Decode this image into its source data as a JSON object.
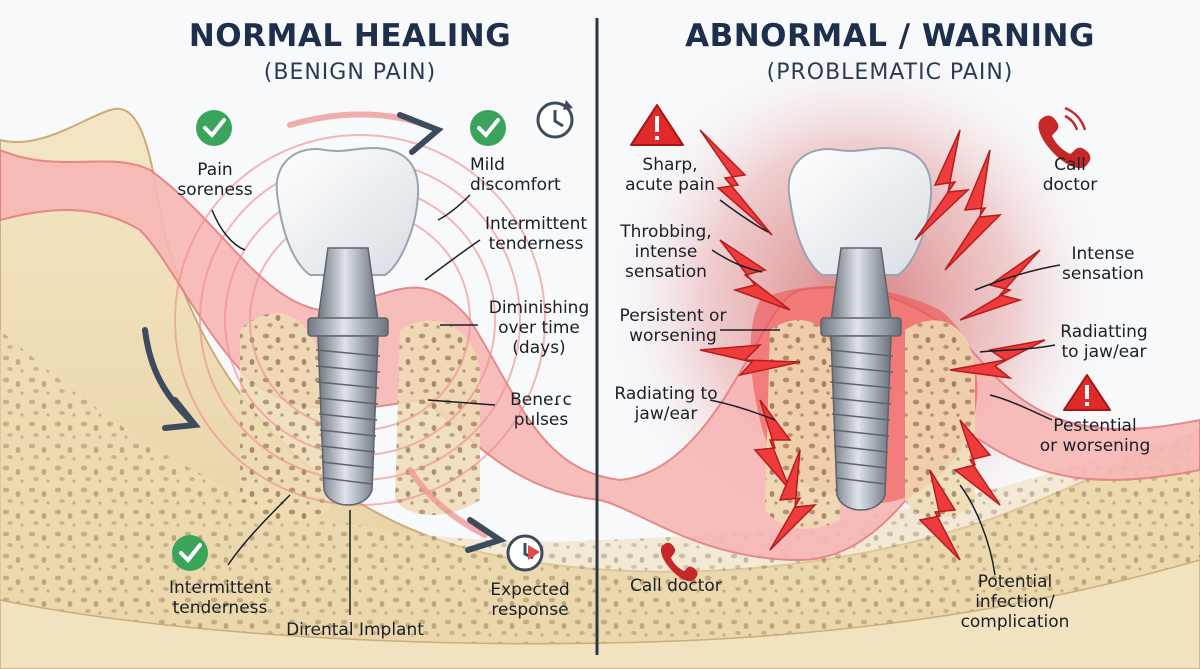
{
  "left_panel": {
    "title": "NORMAL HEALING",
    "subtitle": "(BENIGN PAIN)",
    "labels": {
      "pain_soreness": "Pain\nsoreness",
      "mild_discomfort": "Mild\ndiscomfort",
      "intermittent_tenderness_top": "Intermittent\ntenderness",
      "diminishing": "Diminishing\nover time\n(days)",
      "benign_pulses": "Beneɾc\npulses",
      "intermittent_tenderness_bottom": "Intermittent\ntenderness",
      "implant": "Dirental Implant",
      "expected_response": "Expected\nresponse"
    }
  },
  "right_panel": {
    "title": "ABNORMAL / WARNING",
    "subtitle": "(PROBLEMATIC PAIN)",
    "labels": {
      "sharp_pain": "Sharp,\nacute pain",
      "throbbing": "Throbbing,\nintense\nsensation",
      "persistent": "Persistent or\nworsening",
      "radiating_left": "Radiating to\njaw/ear",
      "call_doctor_top": "Call\ndoctor",
      "intense_sensation": "Intense\nsensation",
      "radiating_right": "Radiatting\nto jaw/ear",
      "potential_worsening": "Pestential\nor worsening",
      "call_doctor_bottom": "Call doctor",
      "infection": "Potential\ninfection/\ncomplication"
    }
  },
  "colors": {
    "title": "#1d2f4a",
    "bone": "#efdcb4",
    "gum": "#f39a9a",
    "check": "#3aa55a",
    "warning": "#e02a2a",
    "metal": "#9aa3ad"
  }
}
